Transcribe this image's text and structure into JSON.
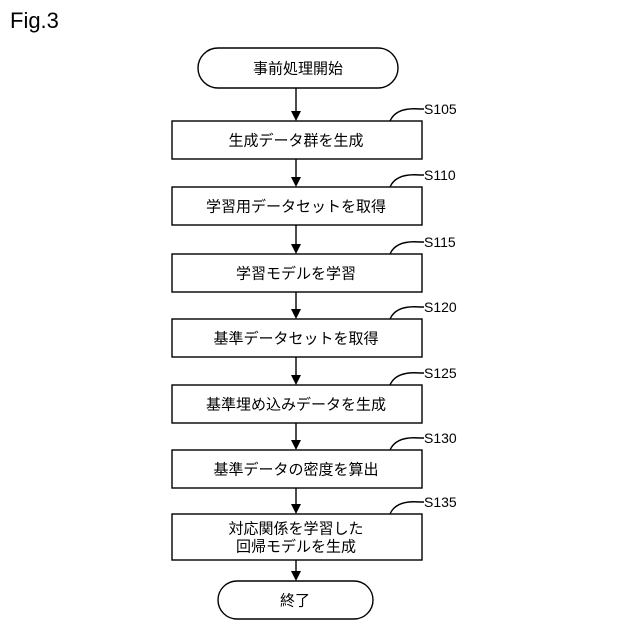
{
  "figure_label": "Fig.3",
  "start": {
    "label": "事前処理開始"
  },
  "steps": [
    {
      "id": "S105",
      "lines": [
        "生成データ群を生成"
      ]
    },
    {
      "id": "S110",
      "lines": [
        "学習用データセットを取得"
      ]
    },
    {
      "id": "S115",
      "lines": [
        "学習モデルを学習"
      ]
    },
    {
      "id": "S120",
      "lines": [
        "基準データセットを取得"
      ]
    },
    {
      "id": "S125",
      "lines": [
        "基準埋め込みデータを生成"
      ]
    },
    {
      "id": "S130",
      "lines": [
        "基準データの密度を算出"
      ]
    },
    {
      "id": "S135",
      "lines": [
        "対応関係を学習した",
        "回帰モデルを生成"
      ]
    }
  ],
  "end": {
    "label": "終了"
  }
}
